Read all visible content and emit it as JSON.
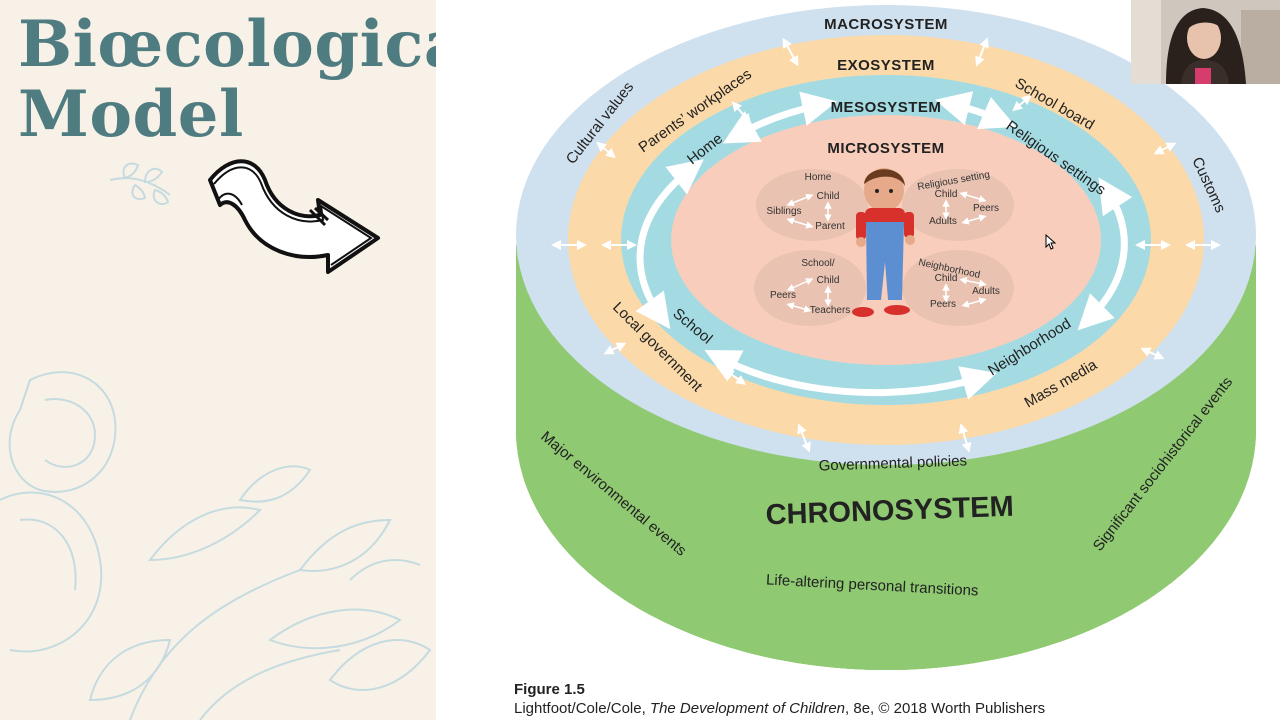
{
  "slide": {
    "title_line1": "Biœcological",
    "title_line2": "Model"
  },
  "diagram": {
    "systems": {
      "macrosystem": "MACROSYSTEM",
      "exosystem": "EXOSYSTEM",
      "mesosystem": "MESOSYSTEM",
      "microsystem": "MICROSYSTEM",
      "chronosystem": "CHRONOSYSTEM"
    },
    "macro_labels": {
      "cultural_values": "Cultural values",
      "customs": "Customs",
      "governmental_policies": "Governmental policies"
    },
    "exo_labels": {
      "parents_workplaces": "Parents’ workplaces",
      "school_board": "School board",
      "local_government": "Local government",
      "mass_media": "Mass media"
    },
    "meso_labels": {
      "home": "Home",
      "religious_settings": "Religious settings",
      "school": "School",
      "neighborhood": "Neighborhood"
    },
    "micro": {
      "home": {
        "title": "Home",
        "child": "Child",
        "siblings": "Siblings",
        "parent": "Parent"
      },
      "religious": {
        "title": "Religious setting",
        "child": "Child",
        "peers": "Peers",
        "adults": "Adults"
      },
      "school": {
        "title": "School/",
        "child": "Child",
        "peers": "Peers",
        "teachers": "Teachers"
      },
      "neighborhood": {
        "title": "Neighborhood",
        "child": "Child",
        "adults": "Adults",
        "peers": "Peers"
      }
    },
    "chrono_labels": {
      "major_events": "Major environmental events",
      "significant_events": "Significant sociohistorical events",
      "life_transitions": "Life-altering personal transitions"
    }
  },
  "caption": {
    "figure": "Figure 1.5",
    "authors": "Lightfoot/Cole/Cole, ",
    "book": "The Development of Children",
    "edition": ", 8e, © 2018 Worth Publishers"
  },
  "colors": {
    "panel_bg": "#f8f1e7",
    "title": "#4f7c80",
    "chrono": "#8fc972",
    "macro": "#cfe0ee",
    "exo": "#fbd9a8",
    "meso": "#a4dbe3",
    "micro": "#f9cdbb"
  }
}
